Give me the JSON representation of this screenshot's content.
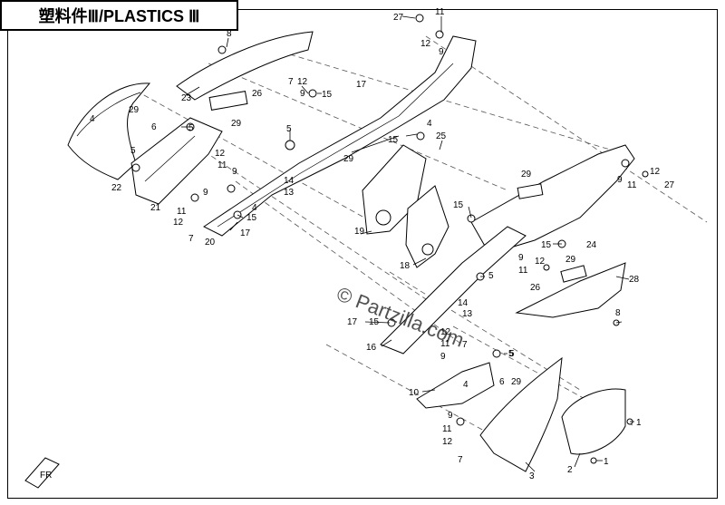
{
  "title": "塑料件Ⅲ/PLASTICS Ⅲ",
  "watermark": "© Partzilla.com",
  "fr_mark": "FR",
  "callouts": [
    {
      "id": "c27a",
      "text": "27"
    },
    {
      "id": "c11a",
      "text": "11"
    },
    {
      "id": "c12a",
      "text": "12"
    },
    {
      "id": "c9a",
      "text": "9"
    },
    {
      "id": "c8a",
      "text": "8"
    },
    {
      "id": "c23",
      "text": "23"
    },
    {
      "id": "c29a",
      "text": "29"
    },
    {
      "id": "c26a",
      "text": "26"
    },
    {
      "id": "c7a",
      "text": "7"
    },
    {
      "id": "c12b",
      "text": "12"
    },
    {
      "id": "c9b",
      "text": "9"
    },
    {
      "id": "c15a",
      "text": "15"
    },
    {
      "id": "c17a",
      "text": "17"
    },
    {
      "id": "c4a",
      "text": "4"
    },
    {
      "id": "c29b",
      "text": "29"
    },
    {
      "id": "c6a",
      "text": "6"
    },
    {
      "id": "c5a",
      "text": "5"
    },
    {
      "id": "c5b",
      "text": "5"
    },
    {
      "id": "c22",
      "text": "22"
    },
    {
      "id": "c12c",
      "text": "12"
    },
    {
      "id": "c11b",
      "text": "11"
    },
    {
      "id": "c9c",
      "text": "9"
    },
    {
      "id": "c9d",
      "text": "9"
    },
    {
      "id": "c14a",
      "text": "14"
    },
    {
      "id": "c13a",
      "text": "13"
    },
    {
      "id": "c21",
      "text": "21"
    },
    {
      "id": "c12d",
      "text": "12"
    },
    {
      "id": "c11c",
      "text": "11"
    },
    {
      "id": "c7b",
      "text": "7"
    },
    {
      "id": "c4b",
      "text": "4"
    },
    {
      "id": "c15b",
      "text": "15"
    },
    {
      "id": "c20",
      "text": "20"
    },
    {
      "id": "c17b",
      "text": "17"
    },
    {
      "id": "c5c",
      "text": "5"
    },
    {
      "id": "c4c",
      "text": "4"
    },
    {
      "id": "c15c",
      "text": "15"
    },
    {
      "id": "c25",
      "text": "25"
    },
    {
      "id": "c29c",
      "text": "29"
    },
    {
      "id": "c19",
      "text": "19"
    },
    {
      "id": "c18",
      "text": "18"
    },
    {
      "id": "c29d",
      "text": "29"
    },
    {
      "id": "c9e",
      "text": "9"
    },
    {
      "id": "c11d",
      "text": "11"
    },
    {
      "id": "c12e",
      "text": "12"
    },
    {
      "id": "c27b",
      "text": "27"
    },
    {
      "id": "c15d",
      "text": "15"
    },
    {
      "id": "c5d",
      "text": "5"
    },
    {
      "id": "c15e",
      "text": "15"
    },
    {
      "id": "c24",
      "text": "24"
    },
    {
      "id": "c9f",
      "text": "9"
    },
    {
      "id": "c11e",
      "text": "11"
    },
    {
      "id": "c12f",
      "text": "12"
    },
    {
      "id": "c29e",
      "text": "29"
    },
    {
      "id": "c26b",
      "text": "26"
    },
    {
      "id": "c28",
      "text": "28"
    },
    {
      "id": "c5e",
      "text": "5"
    },
    {
      "id": "c14b",
      "text": "14"
    },
    {
      "id": "c13b",
      "text": "13"
    },
    {
      "id": "c17c",
      "text": "17"
    },
    {
      "id": "c15f",
      "text": "15"
    },
    {
      "id": "c12g",
      "text": "12"
    },
    {
      "id": "c11f",
      "text": "11"
    },
    {
      "id": "c9g",
      "text": "9"
    },
    {
      "id": "c16",
      "text": "16"
    },
    {
      "id": "c7c",
      "text": "7"
    },
    {
      "id": "c8b",
      "text": "8"
    },
    {
      "id": "c5f",
      "text": "5"
    },
    {
      "id": "c6b",
      "text": "6"
    },
    {
      "id": "c4d",
      "text": "4"
    },
    {
      "id": "c29f",
      "text": "29"
    },
    {
      "id": "c10",
      "text": "10"
    },
    {
      "id": "c9h",
      "text": "9"
    },
    {
      "id": "c11g",
      "text": "11"
    },
    {
      "id": "c12h",
      "text": "12"
    },
    {
      "id": "c7d",
      "text": "7"
    },
    {
      "id": "c3",
      "text": "3"
    },
    {
      "id": "c2",
      "text": "2"
    },
    {
      "id": "c1a",
      "text": "1"
    },
    {
      "id": "c1b",
      "text": "1"
    }
  ]
}
